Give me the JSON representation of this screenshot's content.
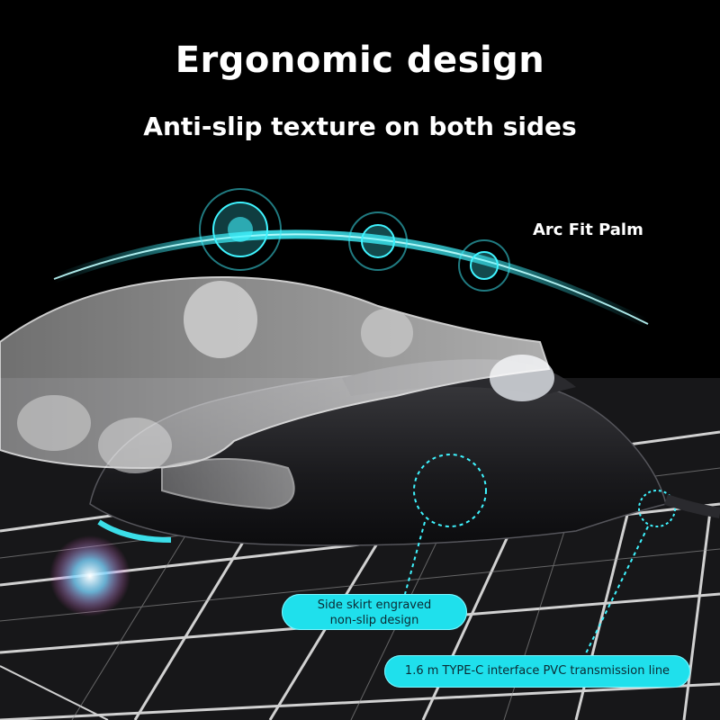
{
  "heading": {
    "title": "Ergonomic design",
    "subtitle": "Anti-slip texture on both sides"
  },
  "callouts": {
    "arc_fit_palm": "Arc Fit Palm",
    "side_skirt_line1": "Side skirt engraved",
    "side_skirt_line2": "non-slip design",
    "cable": "1.6 m TYPE-C interface PVC transmission line"
  },
  "colors": {
    "background": "#000000",
    "accent_cyan": "#1fe0ec",
    "mouse_body": "#1c1c1f",
    "grid_lines": "#e8e8e8"
  },
  "icons": {
    "glow_rings": "cyan-target-rings",
    "rgb_light": "rgb-glow"
  }
}
